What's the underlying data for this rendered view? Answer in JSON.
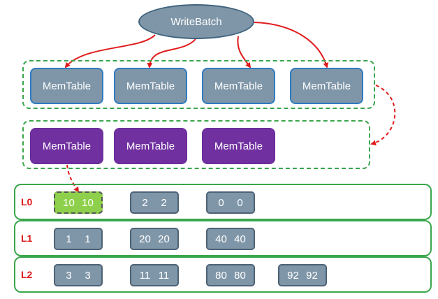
{
  "root": {
    "label": "WriteBatch"
  },
  "active_memtables": [
    "MemTable",
    "MemTable",
    "MemTable",
    "MemTable"
  ],
  "immutable_memtables": [
    "MemTable",
    "MemTable",
    "MemTable"
  ],
  "levels": [
    {
      "label": "L0",
      "ranges": [
        {
          "min": "10",
          "max": "10",
          "highlight": true
        },
        {
          "min": "2",
          "max": "2"
        },
        {
          "min": "0",
          "max": "0"
        }
      ]
    },
    {
      "label": "L1",
      "ranges": [
        {
          "min": "1",
          "max": "1"
        },
        {
          "min": "20",
          "max": "20"
        },
        {
          "min": "40",
          "max": "40"
        }
      ]
    },
    {
      "label": "L2",
      "ranges": [
        {
          "min": "3",
          "max": "3"
        },
        {
          "min": "11",
          "max": "11"
        },
        {
          "min": "80",
          "max": "80"
        },
        {
          "min": "92",
          "max": "92"
        }
      ]
    }
  ],
  "colors": {
    "node_fill": "#7f96a8",
    "memtable_border": "#2f7bc1",
    "immutable_fill": "#7030a0",
    "group_border": "#3aa64c",
    "arrow": "#e01c1c",
    "level_label": "#e01c1c",
    "highlight_fill": "#8ed04b"
  }
}
